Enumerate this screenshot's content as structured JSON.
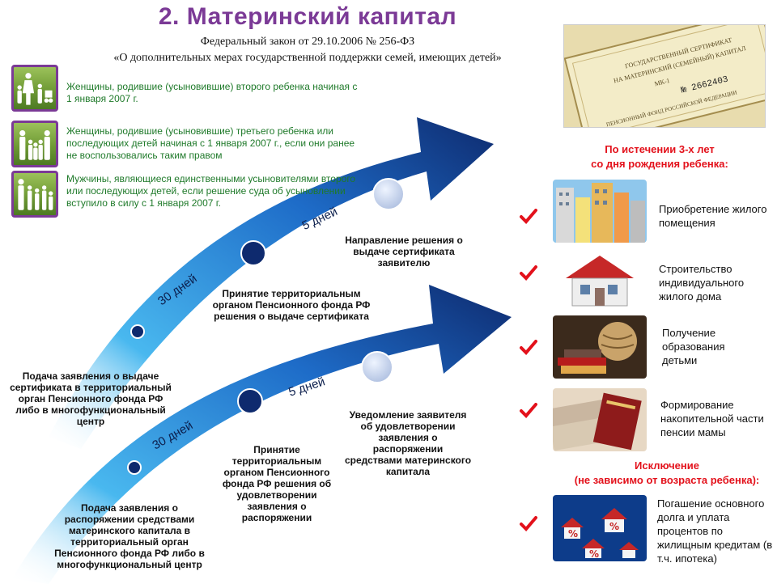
{
  "header": {
    "title": "2. Материнский капитал",
    "law_line": "Федеральный закон  от 29.10.2006  № 256-ФЗ",
    "law_name": "«О дополнительных мерах государственной поддержки семей, имеющих детей»"
  },
  "eligibility": [
    {
      "icon": "family-mother-two-kids-icon",
      "text": "Женщины,  родившие (усыновившие)  второго ребенка начиная с 1 января 2007 г."
    },
    {
      "icon": "family-three-kids-icon",
      "text": "Женщины, родившие (усыновившие) третьего ребенка или последующих детей начиная с 1 января 2007 г., если они ранее не воспользовались таким правом"
    },
    {
      "icon": "family-father-kids-icon",
      "text": "Мужчины, являющиеся единственными усыновителями  второго  или последующих детей, если решение суда об  усыновлении вступило  в силу с 1 января 2007 г."
    }
  ],
  "certificate_process": {
    "step1": "Подача заявления  о выдаче сертификата в территориальный орган Пенсионного фонда РФ либо в многофункциональный центр",
    "days1": "30 дней",
    "step2": "Принятие территориальным органом Пенсионного фонда РФ решения о выдаче сертификата",
    "days2": "5 дней",
    "step3": "Направление решения о выдаче сертификата заявителю"
  },
  "disposal_process": {
    "step1": "Подача заявления о распоряжении средствами материнского капитала в территориальный орган Пенсионного фонда РФ либо в многофункциональный центр",
    "days1": "30 дней",
    "step2": "Принятие территориальным органом Пенсионного фонда РФ решения об удовлетворении заявления  о распоряжении",
    "days2": "5 дней",
    "step3": "Уведомление заявителя об удовлетворении заявления о распоряжении средствами материнского капитала"
  },
  "uses_header": [
    "По истечении 3-х лет",
    "со дня рождения ребенка:"
  ],
  "uses": [
    {
      "icon": "apartment-buildings-icon",
      "text": "Приобретение жилого помещения"
    },
    {
      "icon": "house-construction-icon",
      "text": "Строительство индивидуального жилого дома"
    },
    {
      "icon": "education-globe-books-icon",
      "text": "Получение образования детьми"
    },
    {
      "icon": "pension-document-money-icon",
      "text": "Формирование накопительной части пенсии мамы"
    }
  ],
  "exception_header": [
    "Исключение",
    "(не зависимо от возраста ребенка):"
  ],
  "exception": {
    "icon": "mortgage-percent-houses-icon",
    "text": "Погашение основного долга и уплата процентов по жилищным кредитам (в т.ч. ипотека)"
  },
  "certificate_photo": {
    "icon": "maternity-certificate-photo",
    "line1": "ГОСУДАРСТВЕННЫЙ СЕРТИФИКАТ",
    "line2": "НА МАТЕРИНСКИЙ (СЕМЕЙНЫЙ) КАПИТАЛ",
    "line3": "МК-1",
    "line4": "№ 2662403",
    "line5": "ПЕНСИОННЫЙ ФОНД РОССИЙСКОЙ ФЕДЕРАЦИИ"
  },
  "colors": {
    "title": "#7b3a96",
    "eligibility_text": "#1f7a2a",
    "accent_red": "#e3111b",
    "arrow_dark": "#0e2a6e",
    "arrow_light": "#49b8ef"
  }
}
